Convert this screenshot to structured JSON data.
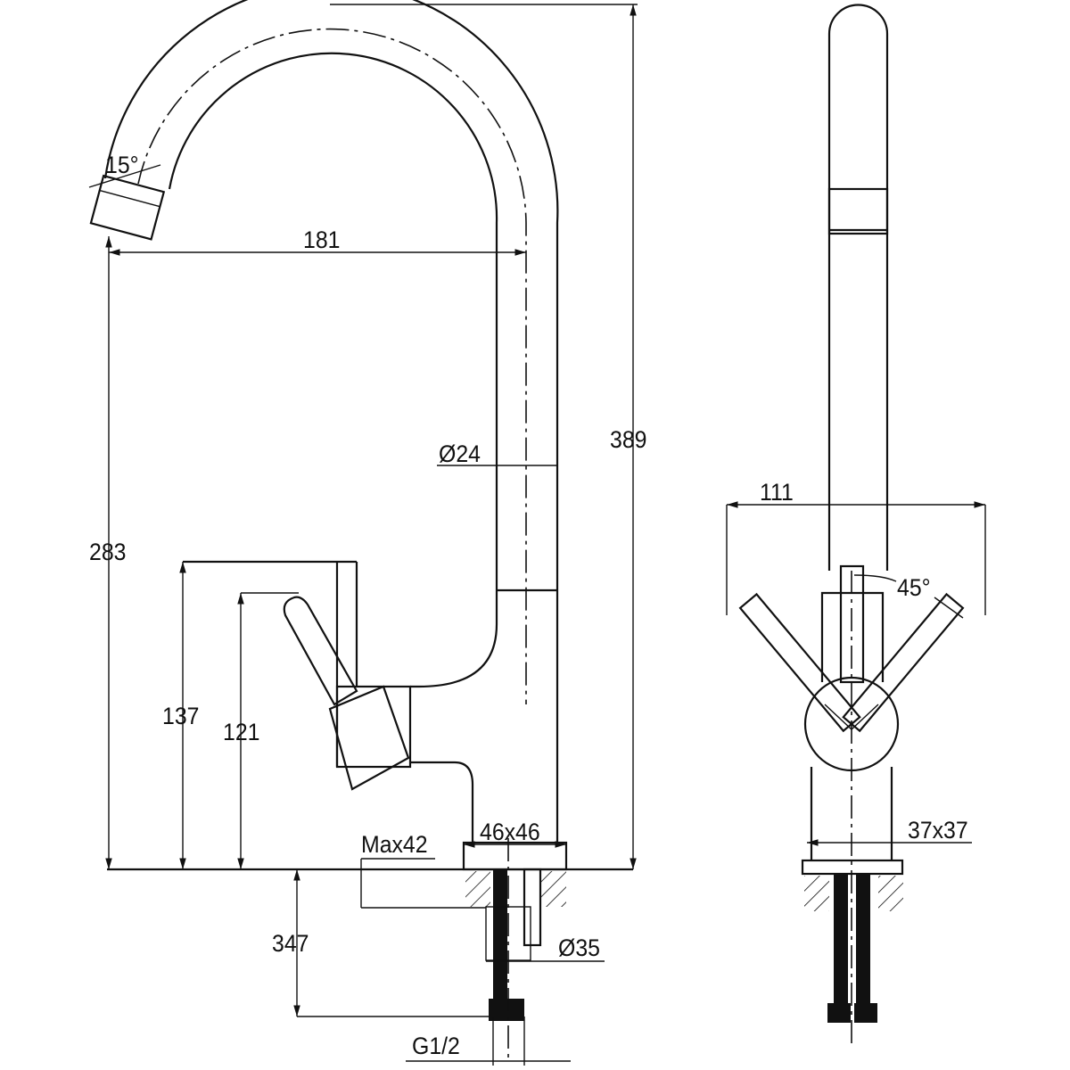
{
  "side_view": {
    "spout_angle": "15°",
    "reach": "181",
    "total_height": "389",
    "spout_diameter": "Ø24",
    "spout_height": "283",
    "handle_height": "137",
    "lever_height": "121",
    "max_deck_thickness": "Max42",
    "base_size": "46x46",
    "hose_length": "347",
    "hole_diameter": "Ø35",
    "connection_thread": "G1/2"
  },
  "front_view": {
    "lever_span": "111",
    "lever_angle": "45°",
    "base_size": "37x37"
  }
}
